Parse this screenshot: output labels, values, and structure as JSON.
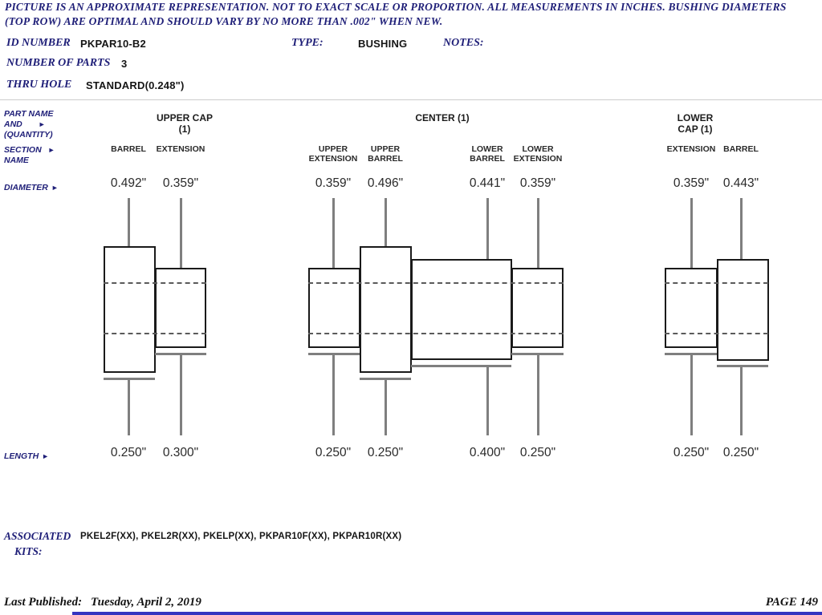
{
  "disclaimer": "PICTURE IS AN APPROXIMATE REPRESENTATION. NOT TO EXACT SCALE OR PROPORTION. ALL MEASUREMENTS IN INCHES. BUSHING DIAMETERS (TOP ROW) ARE OPTIMAL AND SHOULD VARY BY NO MORE THAN .002\" WHEN NEW.",
  "header": {
    "id_label": "ID NUMBER",
    "id_value": "PKPAR10-B2",
    "type_label": "TYPE:",
    "type_value": "BUSHING",
    "notes_label": "NOTES:",
    "parts_label": "NUMBER OF PARTS",
    "parts_value": "3",
    "thru_label": "THRU HOLE",
    "thru_value": "STANDARD(0.248\")"
  },
  "icons": {
    "arrow": "►"
  },
  "row_labels": {
    "part1": "PART NAME",
    "part2": "AND",
    "part3": "(QUANTITY)",
    "section1": "SECTION",
    "section2": "NAME",
    "diameter": "DIAMETER",
    "length": "LENGTH"
  },
  "parts": [
    {
      "name_line1": "UPPER CAP",
      "name_line2": "(1)",
      "sections": [
        {
          "line1": "BARREL",
          "line2": "",
          "diameter": "0.492\"",
          "length": "0.250\""
        },
        {
          "line1": "EXTENSION",
          "line2": "",
          "diameter": "0.359\"",
          "length": "0.300\""
        }
      ]
    },
    {
      "name_line1": "CENTER (1)",
      "name_line2": "",
      "sections": [
        {
          "line1": "UPPER",
          "line2": "EXTENSION",
          "diameter": "0.359\"",
          "length": "0.250\""
        },
        {
          "line1": "UPPER",
          "line2": "BARREL",
          "diameter": "0.496\"",
          "length": "0.250\""
        },
        {
          "line1": "LOWER",
          "line2": "BARREL",
          "diameter": "0.441\"",
          "length": "0.400\""
        },
        {
          "line1": "LOWER",
          "line2": "EXTENSION",
          "diameter": "0.359\"",
          "length": "0.250\""
        }
      ]
    },
    {
      "name_line1": "LOWER",
      "name_line2": "CAP (1)",
      "sections": [
        {
          "line1": "EXTENSION",
          "line2": "",
          "diameter": "0.359\"",
          "length": "0.250\""
        },
        {
          "line1": "BARREL",
          "line2": "",
          "diameter": "0.443\"",
          "length": "0.250\""
        }
      ]
    }
  ],
  "associated_kits": {
    "label_line1": "ASSOCIATED",
    "label_line2": "KITS:",
    "value": "PKEL2F(XX), PKEL2R(XX), PKELP(XX), PKPAR10F(XX), PKPAR10R(XX)"
  },
  "footer": {
    "published_label": "Last Published:",
    "published_value": "Tuesday, April 2, 2019",
    "page": "PAGE 149"
  }
}
